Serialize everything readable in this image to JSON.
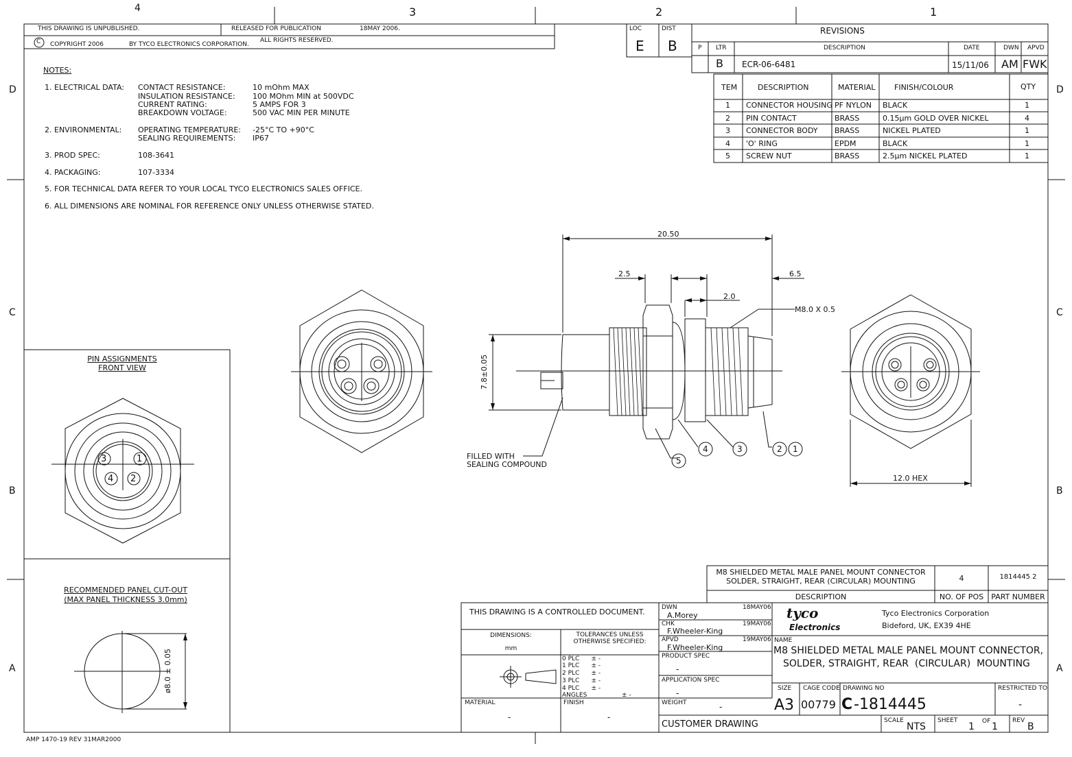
{
  "zones": {
    "columns": [
      "4",
      "3",
      "2",
      "1"
    ],
    "rows": [
      "D",
      "C",
      "B",
      "A"
    ]
  },
  "header": {
    "unpublished": "THIS DRAWING IS UNPUBLISHED.",
    "released": "RELEASED FOR PUBLICATION",
    "release_date": "18MAY 2006.",
    "copyright_symbol": "C",
    "copyright": "COPYRIGHT    2006",
    "copyright_by": "BY TYCO ELECTRONICS CORPORATION.",
    "rights": "ALL RIGHTS RESERVED.",
    "loc_label": "LOC",
    "loc_value": "E",
    "dist_label": "DIST",
    "dist_value": "B"
  },
  "revisions": {
    "title": "REVISIONS",
    "headers": {
      "p": "P",
      "ltr": "LTR",
      "description": "DESCRIPTION",
      "date": "DATE",
      "dwn": "DWN",
      "apvd": "APVD"
    },
    "rows": [
      {
        "ltr": "B",
        "description": "ECR-06-6481",
        "date": "15/11/06",
        "dwn": "AM",
        "apvd": "FWK"
      }
    ]
  },
  "bom": {
    "headers": {
      "item": "TEM",
      "description": "DESCRIPTION",
      "material": "MATERIAL",
      "finish": "FINISH/COLOUR",
      "qty": "QTY"
    },
    "rows": [
      {
        "item": "1",
        "description": "CONNECTOR HOUSING",
        "material": "PF NYLON",
        "finish": "BLACK",
        "qty": "1"
      },
      {
        "item": "2",
        "description": "PIN CONTACT",
        "material": "BRASS",
        "finish": "0.15µm GOLD OVER NICKEL",
        "qty": "4"
      },
      {
        "item": "3",
        "description": "CONNECTOR BODY",
        "material": "BRASS",
        "finish": "NICKEL PLATED",
        "qty": "1"
      },
      {
        "item": "4",
        "description": "'O' RING",
        "material": "EPDM",
        "finish": "BLACK",
        "qty": "1"
      },
      {
        "item": "5",
        "description": "SCREW NUT",
        "material": "BRASS",
        "finish": "2.5µm NICKEL PLATED",
        "qty": "1"
      }
    ]
  },
  "notes": {
    "title": "NOTES:",
    "electrical_label": "1. ELECTRICAL DATA:",
    "electrical_keys": [
      "CONTACT RESISTANCE:",
      "INSULATION RESISTANCE:",
      "CURRENT RATING:",
      "BREAKDOWN VOLTAGE:"
    ],
    "electrical_values": [
      "10 mOhm MAX",
      "100 MOhm MIN at 500VDC",
      "5 AMPS FOR 3",
      "500 VAC MIN PER MINUTE"
    ],
    "environmental_label": "2. ENVIRONMENTAL:",
    "environmental_keys": [
      "OPERATING TEMPERATURE:",
      "SEALING REQUIREMENTS:"
    ],
    "environmental_values": [
      "-25°C TO +90°C",
      "IP67"
    ],
    "prod_spec_label": "3. PROD SPEC:",
    "prod_spec_value": "108-3641",
    "packaging_label": "4. PACKAGING:",
    "packaging_value": "107-3334",
    "note5": "5. FOR TECHNICAL DATA REFER TO YOUR LOCAL TYCO ELECTRONICS SALES OFFICE.",
    "note6": "6. ALL DIMENSIONS ARE NOMINAL FOR REFERENCE ONLY UNLESS OTHERWISE STATED."
  },
  "pin_assignments": {
    "title": "PIN ASSIGNMENTS",
    "subtitle": "FRONT VIEW",
    "pins": [
      "1",
      "2",
      "3",
      "4"
    ]
  },
  "panel_cutout": {
    "title": "RECOMMENDED PANEL CUT-OUT",
    "subtitle": "(MAX PANEL THICKNESS 3.0mm)",
    "dimension": "ø8.0 ± 0.05"
  },
  "dimensions": {
    "overall": "20.50",
    "d1": "2.5",
    "d2": "2.0",
    "d3": "6.5",
    "thread": "M8.0 X 0.5",
    "diameter": "7.8±0.05",
    "hex": "12.0 HEX",
    "filled_line1": "FILLED WITH",
    "filled_line2": "SEALING COMPOUND",
    "balloons": [
      "5",
      "4",
      "3",
      "2",
      "1"
    ]
  },
  "part_description": {
    "line1": "M8 SHIELDED METAL MALE PANEL MOUNT CONNECTOR",
    "line2": "SOLDER, STRAIGHT, REAR (CIRCULAR) MOUNTING",
    "no_of_pos": "4",
    "part_number": "1814445 2",
    "description_label": "DESCRIPTION",
    "no_of_pos_label": "NO. OF POS",
    "part_number_label": "PART NUMBER"
  },
  "title_block": {
    "controlled": "THIS DRAWING IS A CONTROLLED DOCUMENT.",
    "dimensions_label": "DIMENSIONS:",
    "dimensions_unit": "mm",
    "tolerances_label1": "TOLERANCES UNLESS",
    "tolerances_label2": "OTHERWISE SPECIFIED:",
    "tolerances": [
      "0 PLC      ± -",
      "1 PLC      ± -",
      "2 PLC      ± -",
      "3 PLC      ± -",
      "4 PLC      ± -"
    ],
    "angles": "ANGLES",
    "angles_value": "± -",
    "material_label": "MATERIAL",
    "material_value": "-",
    "finish_label": "FINISH",
    "finish_value": "-",
    "dwn_label": "DWN",
    "dwn_name": "A.Morey",
    "dwn_date": "18MAY06",
    "chk_label": "CHK",
    "chk_name": "F.Wheeler-King",
    "chk_date": "19MAY06",
    "apvd_label": "APVD",
    "apvd_name": "F.Wheeler-King",
    "apvd_date": "19MAY06",
    "product_spec_label": "PRODUCT SPEC",
    "product_spec_value": "-",
    "application_spec_label": "APPLICATION SPEC",
    "application_spec_value": "-",
    "weight_label": "WEIGHT",
    "weight_value": "-",
    "customer_drawing": "CUSTOMER DRAWING",
    "logo_top": "tyco",
    "logo_bottom": "Electronics",
    "company": "Tyco Electronics Corporation",
    "address": "Bideford, UK, EX39 4HE",
    "name_label": "NAME",
    "name_line1": "M8 SHIELDED METAL MALE PANEL MOUNT CONNECTOR,",
    "name_line2": "SOLDER, STRAIGHT, REAR  (CIRCULAR)  MOUNTING",
    "size_label": "SIZE",
    "size_value": "A3",
    "cage_label": "CAGE CODE",
    "cage_value": "00779",
    "drawing_no_label": "DRAWING NO",
    "drawing_prefix": "C",
    "drawing_no": "-1814445",
    "restricted_label": "RESTRICTED TO",
    "restricted_value": "-",
    "scale_label": "SCALE",
    "scale_value": "NTS",
    "sheet_label": "SHEET",
    "sheet_value": "1",
    "of_label": "OF",
    "of_value": "1",
    "rev_label": "REV",
    "rev_value": "B"
  },
  "footer": "AMP 1470-19 REV 31MAR2000"
}
